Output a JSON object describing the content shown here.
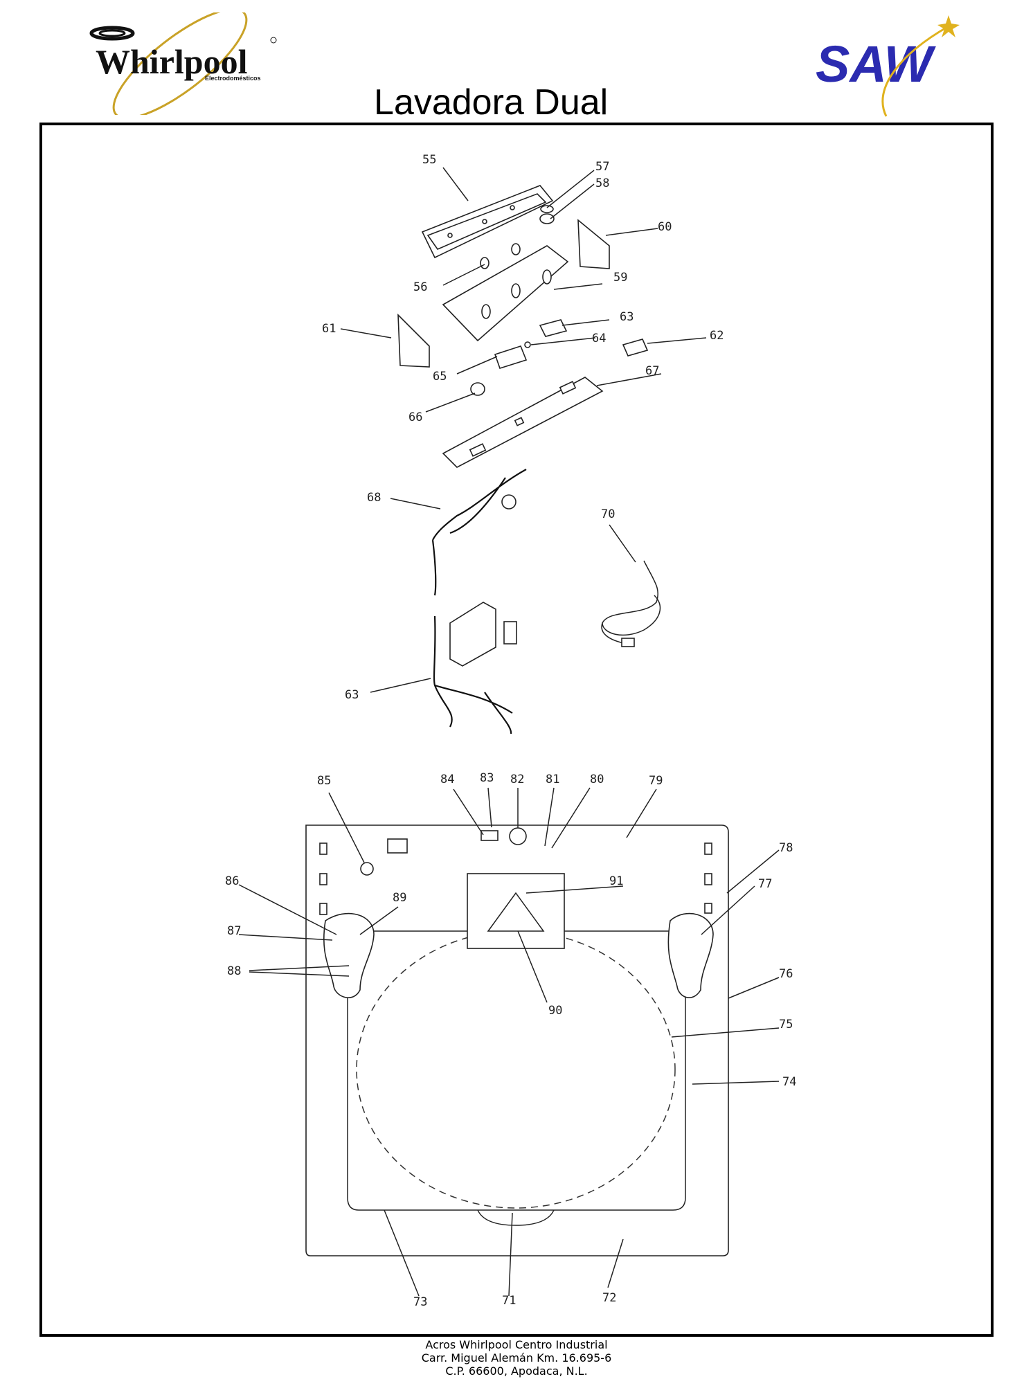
{
  "header": {
    "brand_left": "Whirlpool",
    "brand_left_sub": "Electrodomésticos",
    "brand_right": "SAW",
    "title": "Lavadora Dual"
  },
  "colors": {
    "whirlpool_ring": "#c9a227",
    "saw_blue": "#2b2bb0",
    "saw_star": "#e0b21e"
  },
  "parts": [
    {
      "id": "55",
      "label": "55"
    },
    {
      "id": "56",
      "label": "56"
    },
    {
      "id": "57",
      "label": "57"
    },
    {
      "id": "58",
      "label": "58"
    },
    {
      "id": "59",
      "label": "59"
    },
    {
      "id": "60",
      "label": "60"
    },
    {
      "id": "61",
      "label": "61"
    },
    {
      "id": "62",
      "label": "62"
    },
    {
      "id": "63a",
      "label": "63"
    },
    {
      "id": "64",
      "label": "64"
    },
    {
      "id": "65",
      "label": "65"
    },
    {
      "id": "66",
      "label": "66"
    },
    {
      "id": "67",
      "label": "67"
    },
    {
      "id": "68",
      "label": "68"
    },
    {
      "id": "69",
      "label": "63"
    },
    {
      "id": "70",
      "label": "70"
    },
    {
      "id": "71",
      "label": "71"
    },
    {
      "id": "72",
      "label": "72"
    },
    {
      "id": "73",
      "label": "73"
    },
    {
      "id": "74",
      "label": "74"
    },
    {
      "id": "75",
      "label": "75"
    },
    {
      "id": "76",
      "label": "76"
    },
    {
      "id": "77",
      "label": "77"
    },
    {
      "id": "78",
      "label": "78"
    },
    {
      "id": "79",
      "label": "79"
    },
    {
      "id": "80",
      "label": "80"
    },
    {
      "id": "81",
      "label": "81"
    },
    {
      "id": "82",
      "label": "82"
    },
    {
      "id": "83",
      "label": "83"
    },
    {
      "id": "84",
      "label": "84"
    },
    {
      "id": "85",
      "label": "85"
    },
    {
      "id": "86",
      "label": "86"
    },
    {
      "id": "87",
      "label": "87"
    },
    {
      "id": "88",
      "label": "88"
    },
    {
      "id": "89",
      "label": "89"
    },
    {
      "id": "90",
      "label": "90"
    },
    {
      "id": "91",
      "label": "91"
    }
  ],
  "footer": {
    "line1": "Acros Whirlpool Centro Industrial",
    "line2": "Carr. Miguel Alemán Km. 16.695-6",
    "line3": "C.P. 66600, Apodaca, N.L."
  }
}
